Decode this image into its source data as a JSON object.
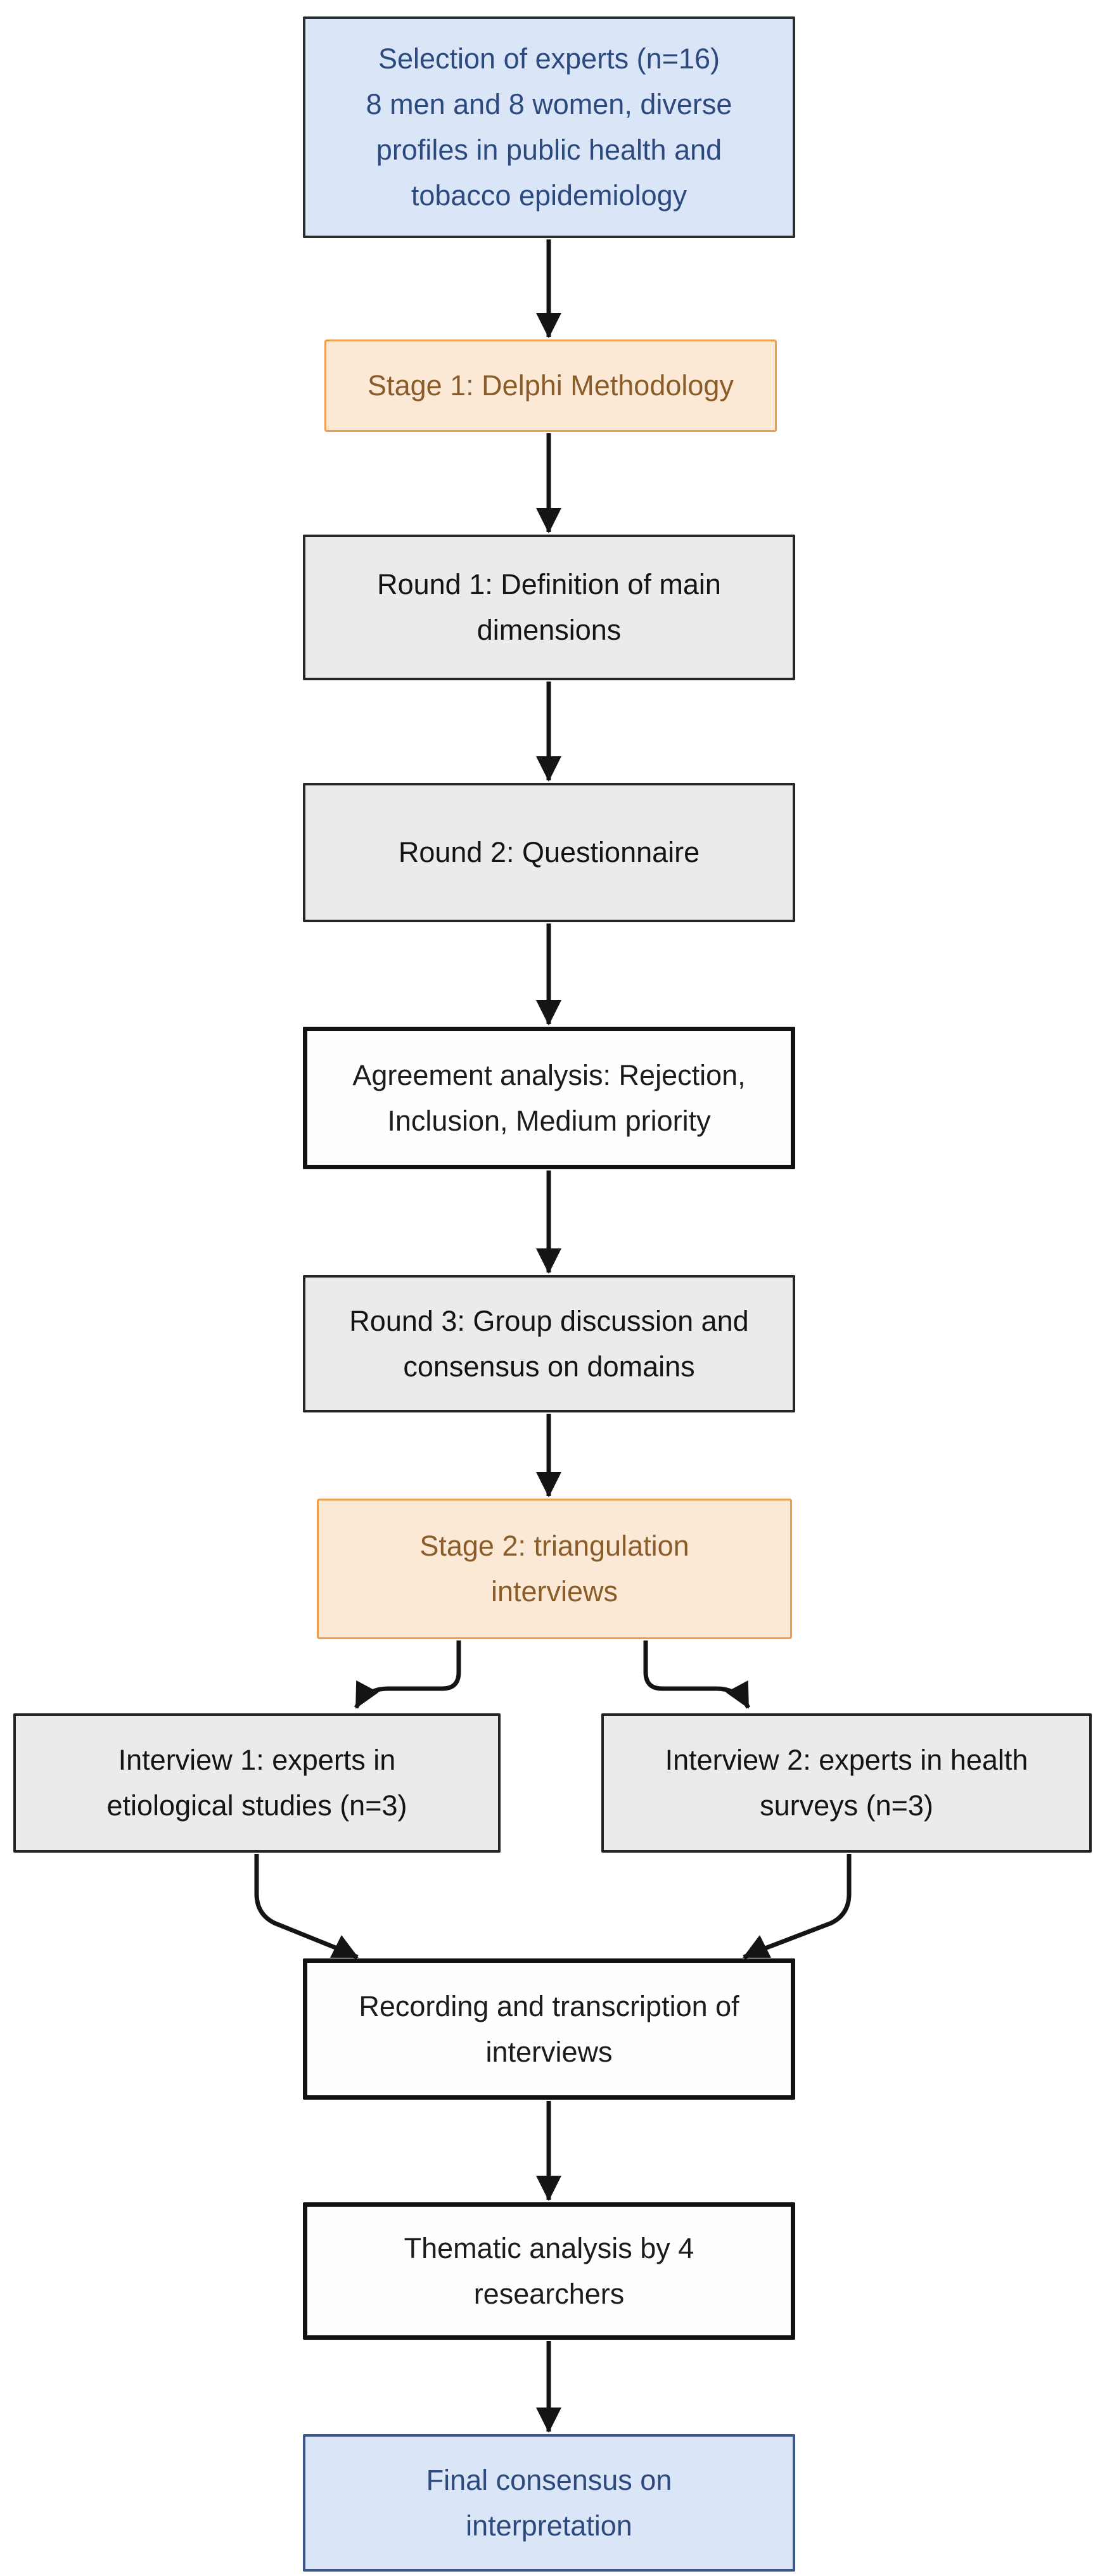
{
  "diagram": {
    "type": "flowchart",
    "nodes": [
      {
        "id": "selection-of-experts",
        "style": "blue",
        "label": "Selection of experts (n=16)\n8 men and 8 women, diverse\nprofiles in public health and\ntobacco epidemiology"
      },
      {
        "id": "stage-1",
        "style": "orange",
        "label": "Stage 1: Delphi Methodology"
      },
      {
        "id": "round-1",
        "style": "gray",
        "label": "Round 1: Definition of main\ndimensions"
      },
      {
        "id": "round-2",
        "style": "gray",
        "label": "Round 2: Questionnaire"
      },
      {
        "id": "agreement-analysis",
        "style": "white",
        "label": "Agreement analysis: Rejection,\nInclusion, Medium priority"
      },
      {
        "id": "round-3",
        "style": "gray",
        "label": "Round 3: Group discussion and\nconsensus on domains"
      },
      {
        "id": "stage-2",
        "style": "orange",
        "label": "Stage 2: triangulation\ninterviews"
      },
      {
        "id": "interview-1",
        "style": "gray",
        "label": "Interview 1: experts in\netiological studies (n=3)"
      },
      {
        "id": "interview-2",
        "style": "gray",
        "label": "Interview 2: experts in health\nsurveys (n=3)"
      },
      {
        "id": "recording-transcription",
        "style": "white",
        "label": "Recording and transcription of\ninterviews"
      },
      {
        "id": "thematic-analysis",
        "style": "white",
        "label": "Thematic analysis by 4\nresearchers"
      },
      {
        "id": "final-consensus",
        "style": "blue-navy",
        "label": "Final consensus on\ninterpretation"
      }
    ],
    "edges": [
      {
        "from": "selection-of-experts",
        "to": "stage-1"
      },
      {
        "from": "stage-1",
        "to": "round-1"
      },
      {
        "from": "round-1",
        "to": "round-2"
      },
      {
        "from": "round-2",
        "to": "agreement-analysis"
      },
      {
        "from": "agreement-analysis",
        "to": "round-3"
      },
      {
        "from": "round-3",
        "to": "stage-2"
      },
      {
        "from": "stage-2",
        "to": "interview-1"
      },
      {
        "from": "stage-2",
        "to": "interview-2"
      },
      {
        "from": "interview-1",
        "to": "recording-transcription"
      },
      {
        "from": "interview-2",
        "to": "recording-transcription"
      },
      {
        "from": "recording-transcription",
        "to": "thematic-analysis"
      },
      {
        "from": "thematic-analysis",
        "to": "final-consensus"
      }
    ],
    "colors": {
      "blue_fill": "#dbe5f8",
      "blue_text": "#2d4a7d",
      "navy_border": "#3b5687",
      "dark_border": "#262626",
      "orange_fill": "#fce9d5",
      "orange_border": "#ed9d4e",
      "orange_text": "#8a5c2a",
      "gray_fill": "#ebebeb",
      "white_fill": "#fefefe",
      "arrow_black": "#141414"
    }
  }
}
